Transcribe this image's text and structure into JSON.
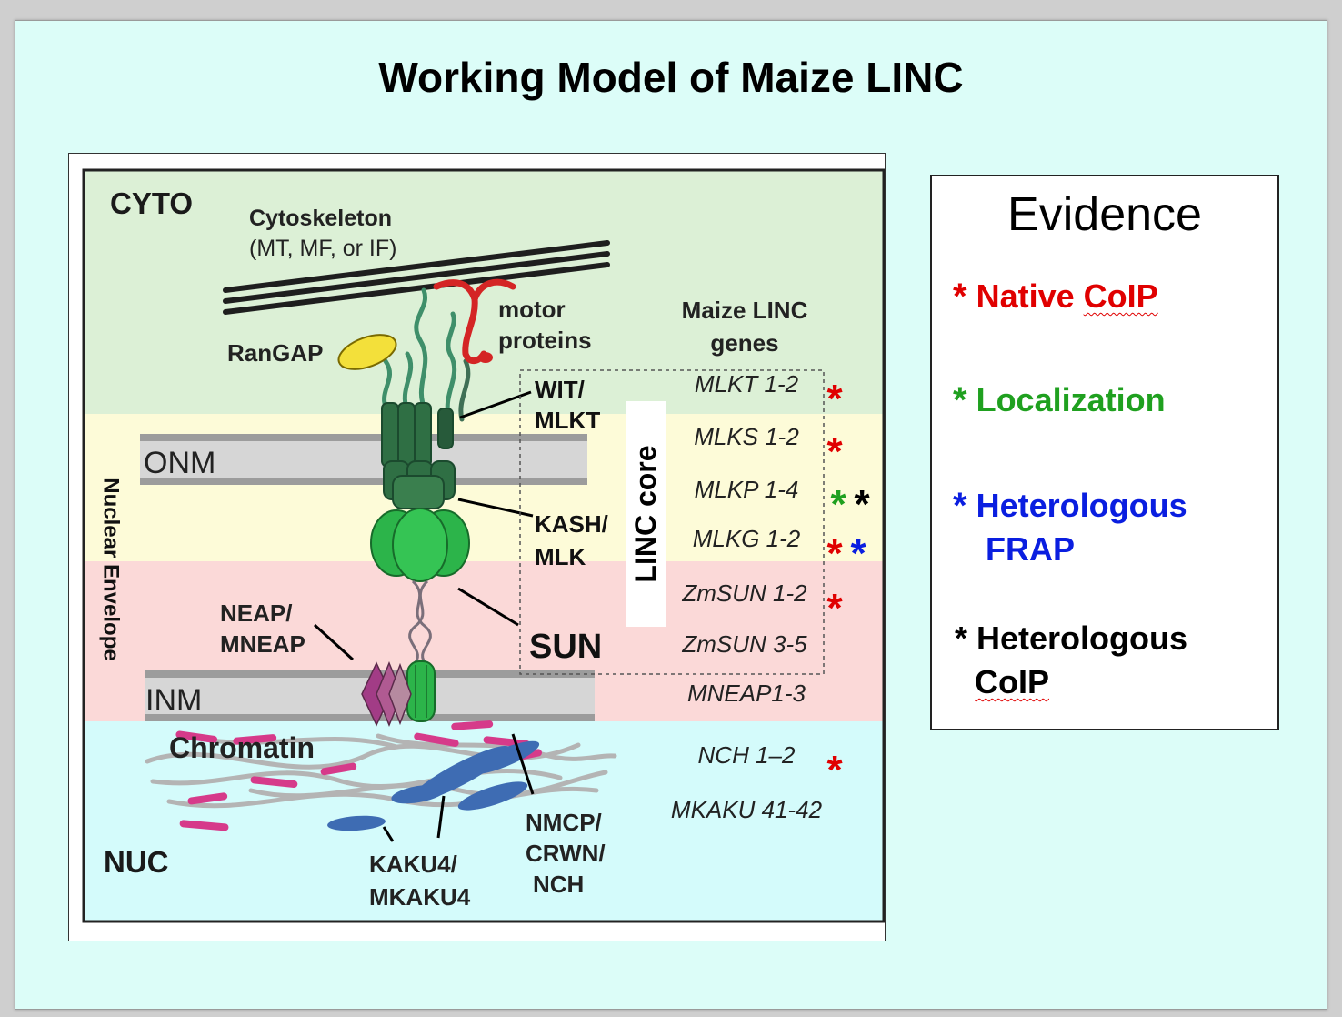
{
  "title": "Working Model of Maize LINC",
  "diagram": {
    "regions": {
      "cyto": "CYTO",
      "nuc": "NUC",
      "envelope": "Nuclear Envelope",
      "onm": "ONM",
      "inm": "INM"
    },
    "cytoskeleton": {
      "title": "Cytoskeleton",
      "subtitle": "(MT, MF, or IF)"
    },
    "motor": {
      "line1": "motor",
      "line2": "proteins"
    },
    "rangap": "RanGAP",
    "wit": {
      "line1": "WIT/",
      "line2": "MLKT"
    },
    "kash": {
      "line1": "KASH/",
      "line2": "MLK"
    },
    "sun": "SUN",
    "neap": {
      "line1": "NEAP/",
      "line2": "MNEAP"
    },
    "chromatin": "Chromatin",
    "kaku": {
      "line1": "KAKU4/",
      "line2": "MKAKU4"
    },
    "nmcp": {
      "line1": "NMCP/",
      "line2": "CRWN/",
      "line3": "NCH"
    },
    "linc_core": "LINC core",
    "genes_header": {
      "line1": "Maize LINC",
      "line2": "genes"
    },
    "genes": [
      {
        "name": "MLKT 1-2",
        "stars": [
          "#e00000"
        ]
      },
      {
        "name": "MLKS 1-2",
        "stars": [
          "#e00000"
        ]
      },
      {
        "name": "MLKP 1-4",
        "stars": [
          "#1fa01f",
          "#000000"
        ]
      },
      {
        "name": "MLKG 1-2",
        "stars": [
          "#e00000",
          "#0a1ee0"
        ]
      },
      {
        "name": "ZmSUN 1-2",
        "stars": [
          "#e00000"
        ]
      },
      {
        "name": "ZmSUN 3-5",
        "stars": []
      },
      {
        "name": "MNEAP1-3",
        "stars": []
      },
      {
        "name": "NCH 1–2",
        "stars": [
          "#e00000"
        ]
      },
      {
        "name": "MKAKU 41-42",
        "stars": []
      }
    ]
  },
  "evidence": {
    "heading": "Evidence",
    "star": "*",
    "native": {
      "word1": "Native",
      "word2": "CoIP",
      "color": "#e00000"
    },
    "localization": {
      "label": "Localization",
      "color": "#1fa01f"
    },
    "frap": {
      "line1": "Heterologous",
      "line2": "FRAP",
      "color": "#0a1ee0"
    },
    "hcoip": {
      "line1": "Heterologous",
      "line2": "CoIP",
      "color": "#000000"
    }
  }
}
